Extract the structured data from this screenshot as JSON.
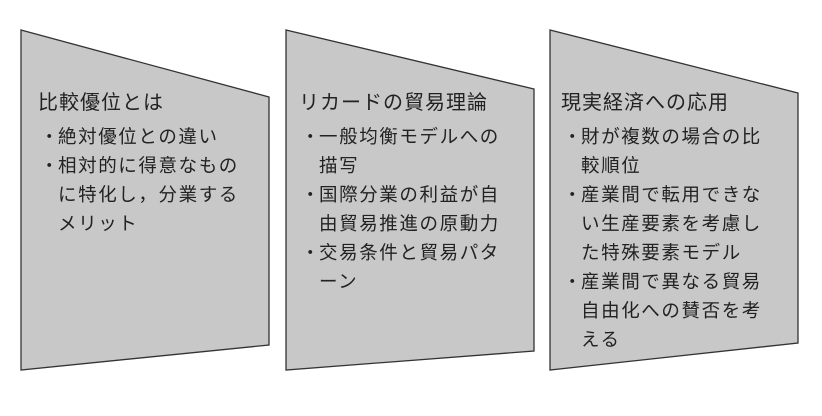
{
  "colors": {
    "panel_fill": "#c8c8c8",
    "panel_stroke": "#333333",
    "text": "#222222"
  },
  "bullet_glyph": "・",
  "panels": [
    {
      "title": "比較優位とは",
      "items": [
        {
          "lines": [
            "絶対優位との違い"
          ]
        },
        {
          "lines": [
            "相対的に得意なもの",
            "に特化し，分業する",
            "メリット"
          ]
        }
      ]
    },
    {
      "title": "リカードの貿易理論",
      "items": [
        {
          "lines": [
            "一般均衡モデルへの",
            "描写"
          ]
        },
        {
          "lines": [
            "国際分業の利益が自",
            "由貿易推進の原動力"
          ]
        },
        {
          "lines": [
            "交易条件と貿易パタ",
            "ーン"
          ]
        }
      ]
    },
    {
      "title": "現実経済への応用",
      "items": [
        {
          "lines": [
            "財が複数の場合の比",
            "較順位"
          ]
        },
        {
          "lines": [
            "産業間で転用できな",
            "い生産要素を考慮し",
            "た特殊要素モデル"
          ]
        },
        {
          "lines": [
            "産業間で異なる貿易",
            "自由化への賛否を考",
            "える"
          ]
        }
      ]
    }
  ]
}
